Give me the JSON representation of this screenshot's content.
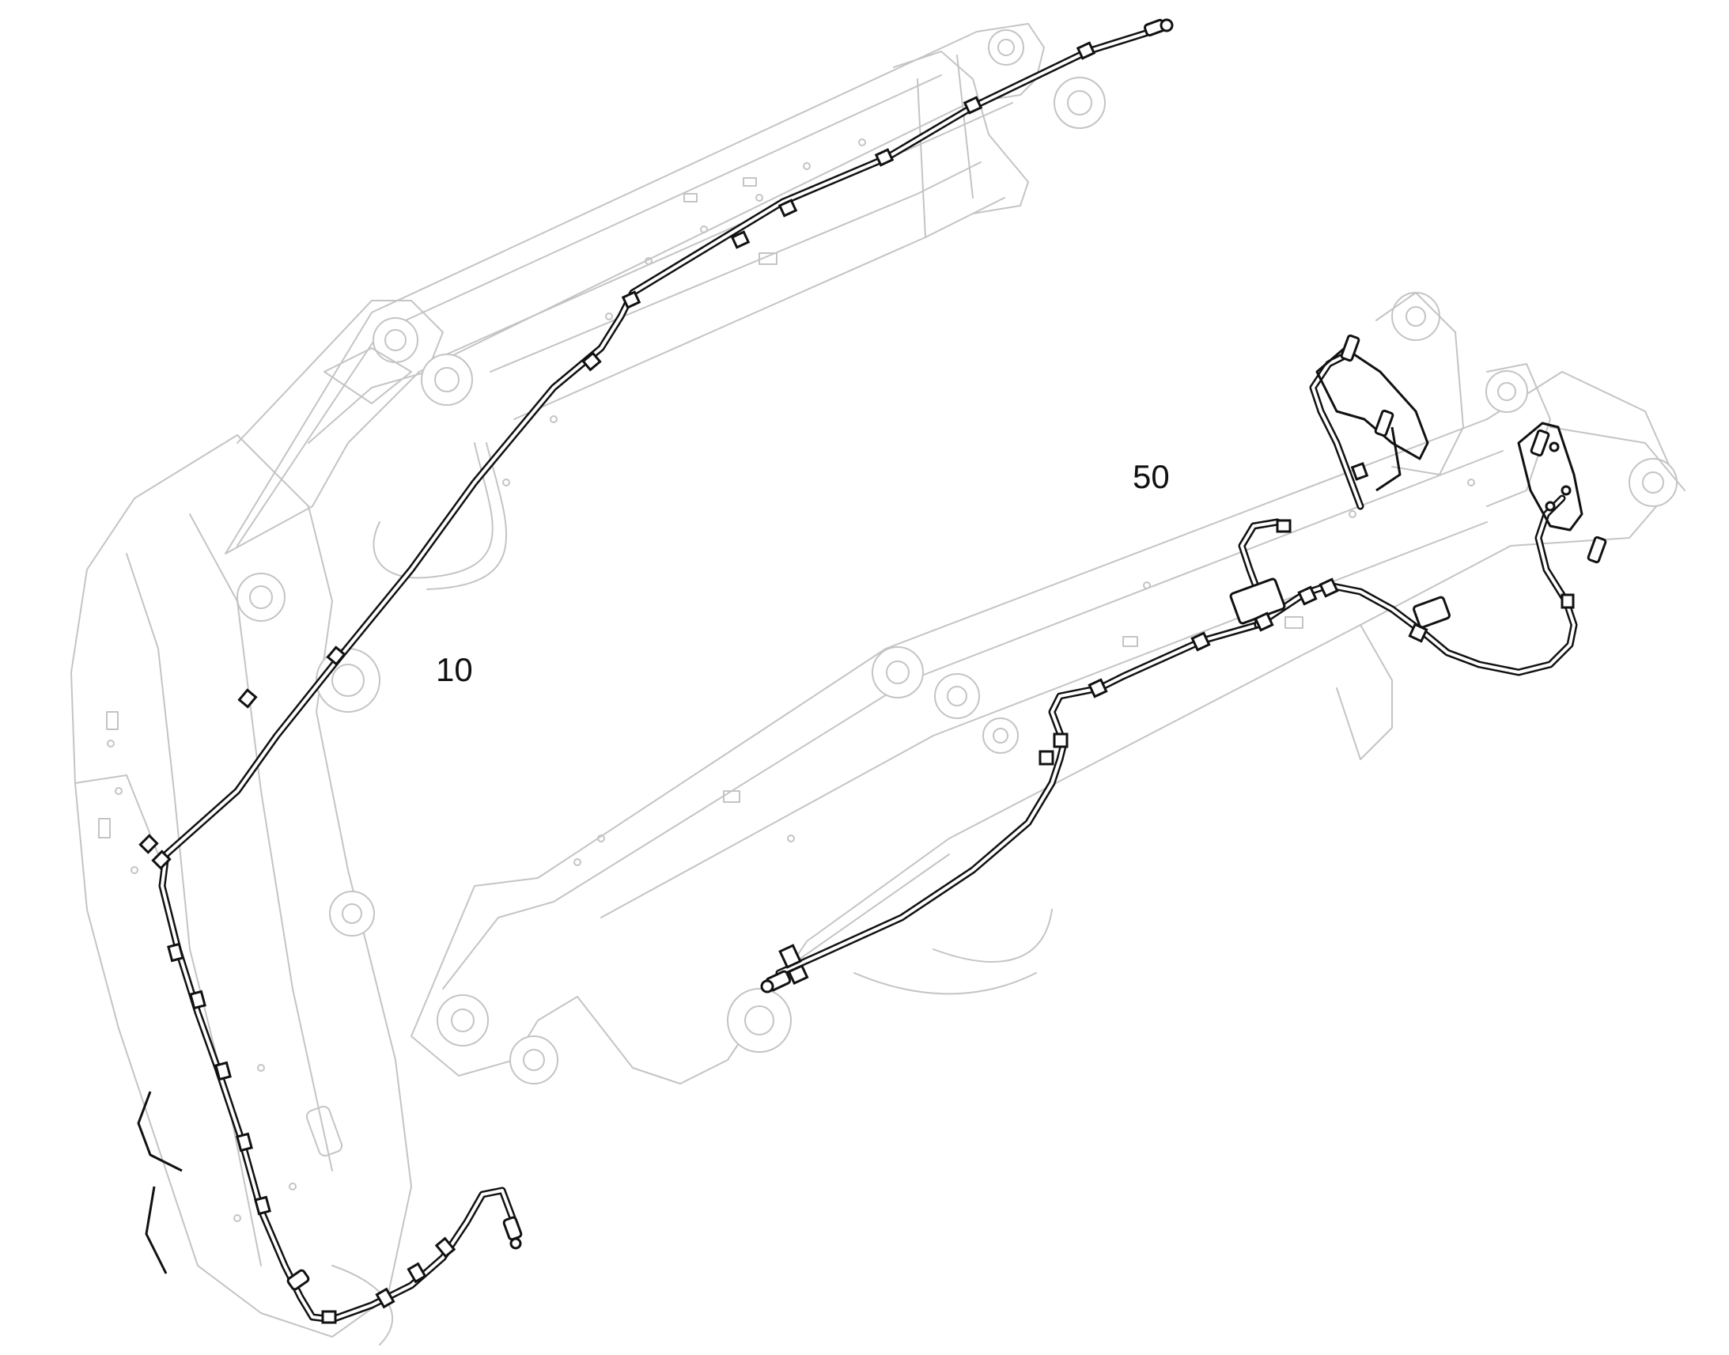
{
  "figure": {
    "callouts": [
      {
        "id": "10",
        "text": "10"
      },
      {
        "id": "50",
        "text": "50"
      }
    ]
  },
  "colors": {
    "background": "#ffffff",
    "ghost_structure": "#c4c4c4",
    "hose_line": "#111111"
  }
}
